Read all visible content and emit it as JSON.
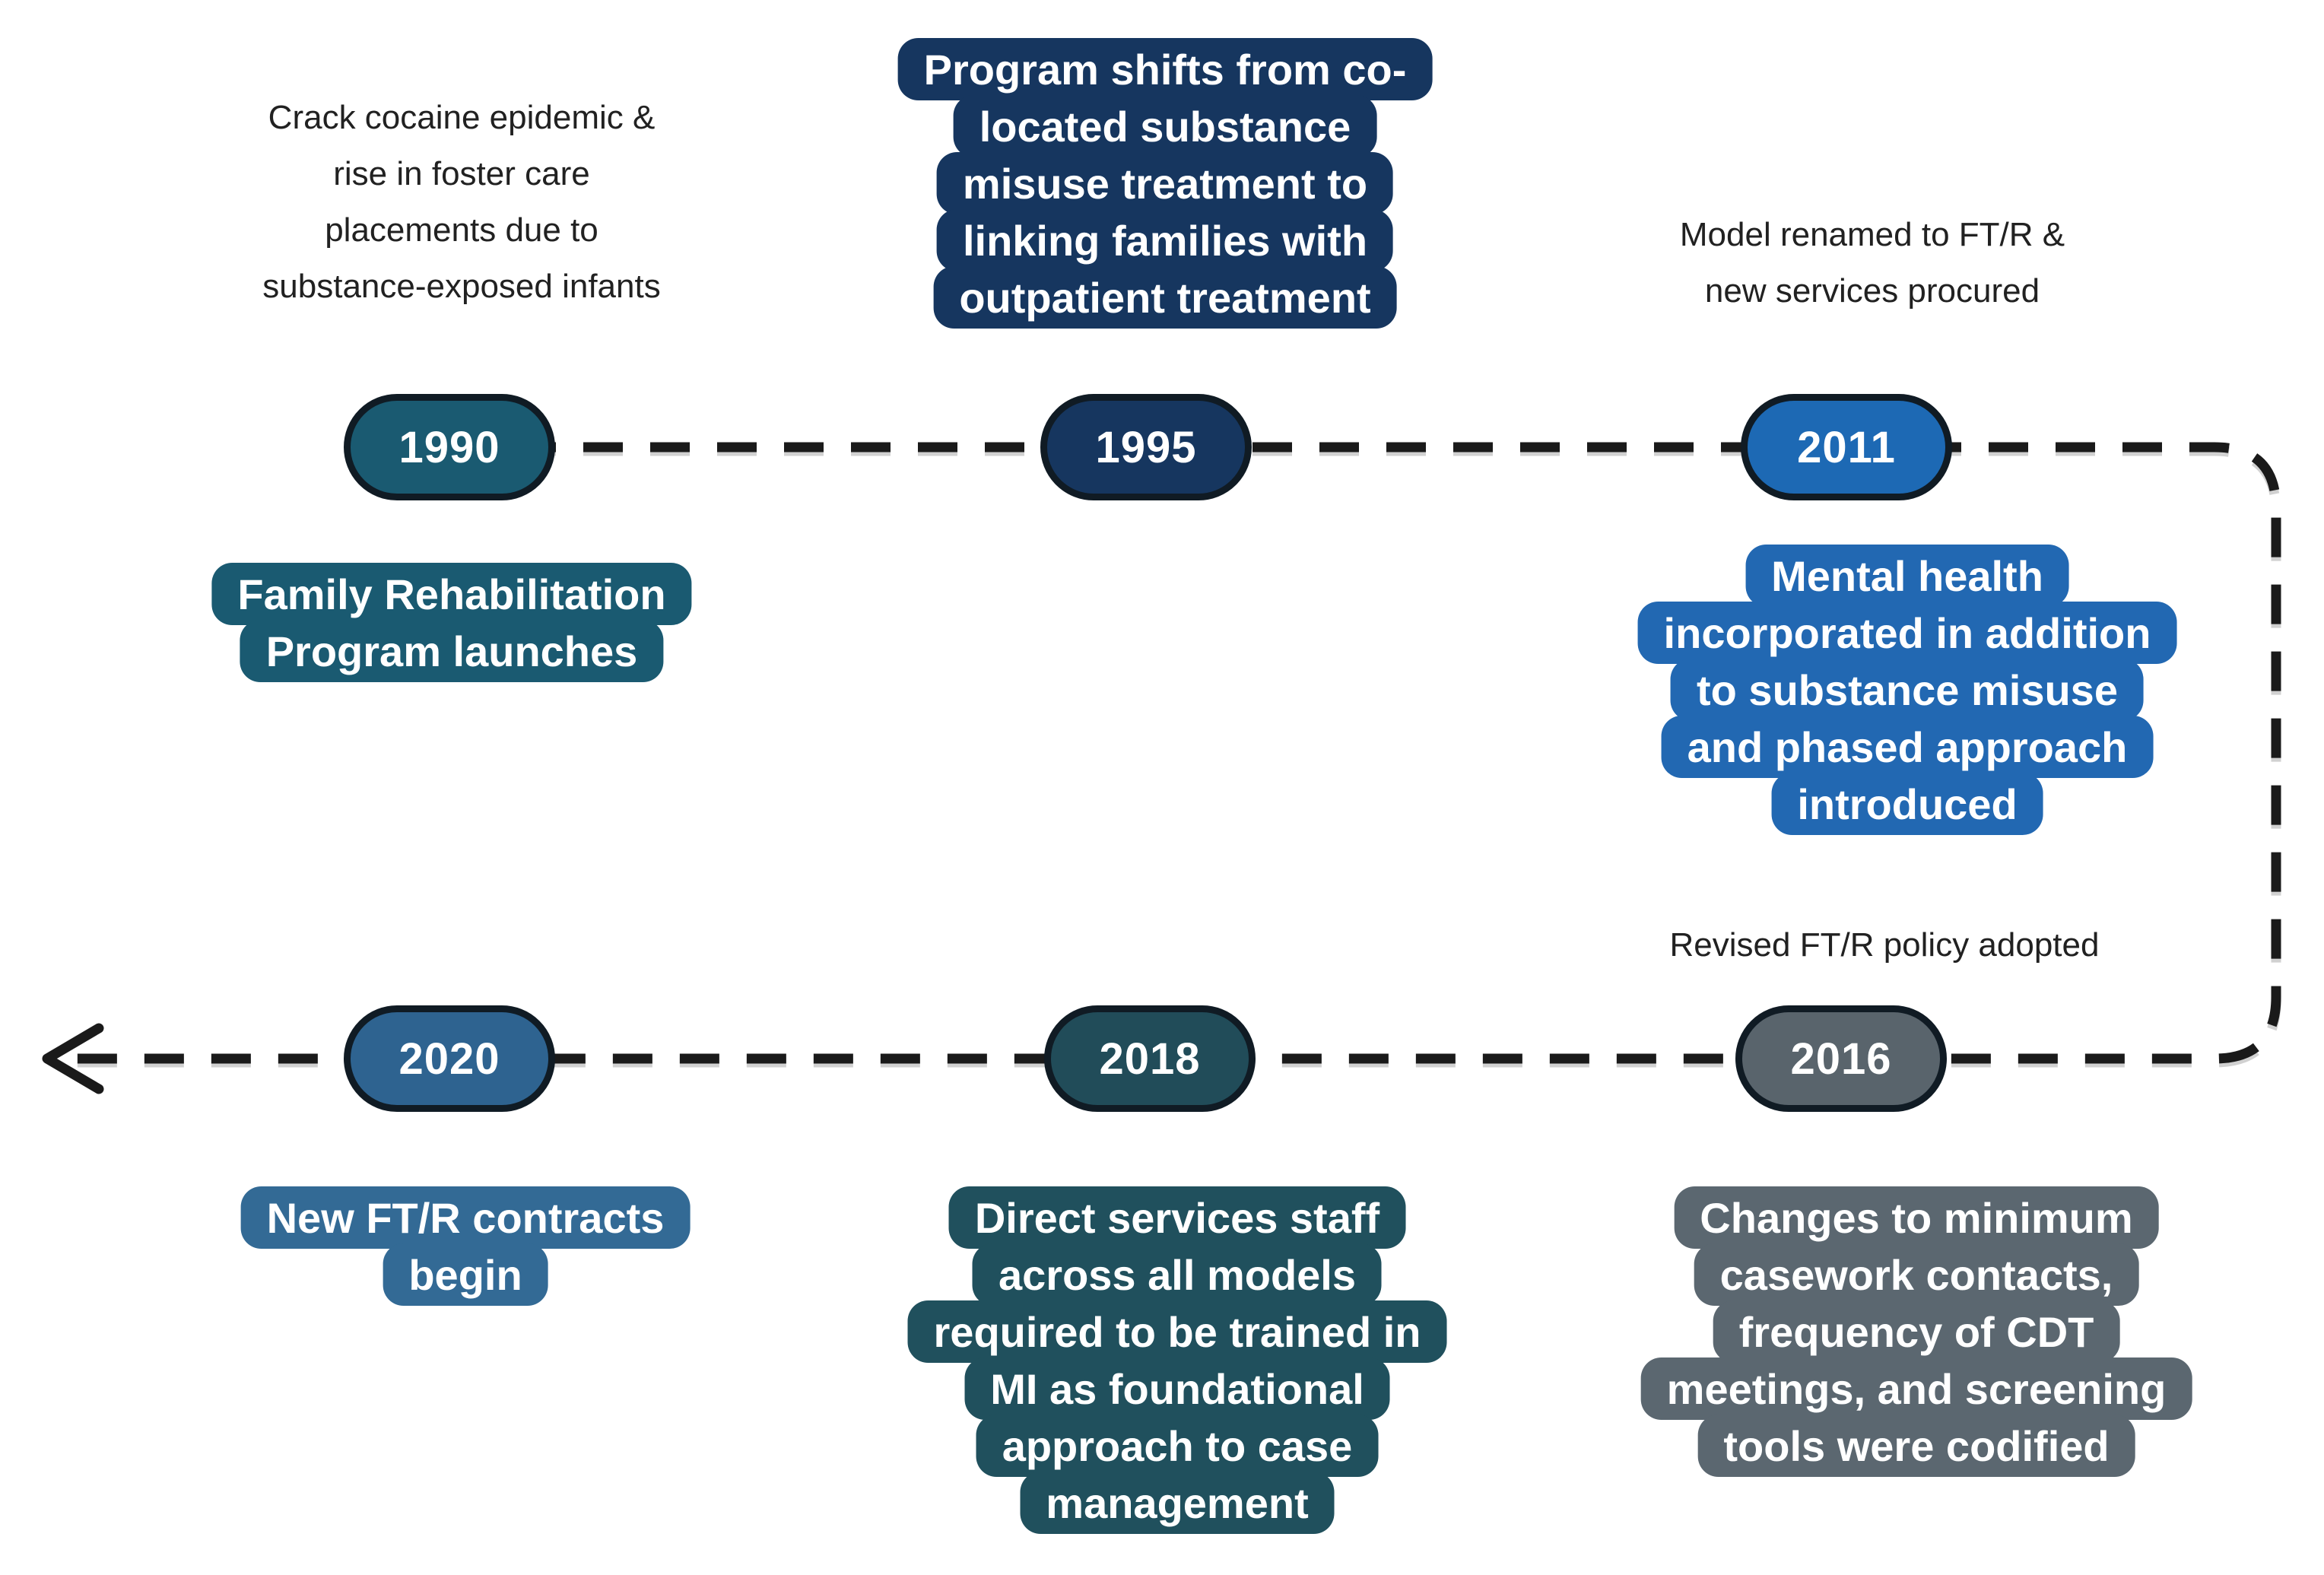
{
  "title": "FT/R program history timeline",
  "colors": {
    "line": "#1a1a1a",
    "pill_border": "#101b24",
    "note_text": "#212121",
    "box_text": "#ffffff",
    "teal": "#1a5a71",
    "navy": "#16365f",
    "blue": "#1d69b4",
    "blue_box": "#2268b2",
    "gray": "#59646c",
    "gray_box": "#5b6770",
    "dark_teal": "#214c59",
    "dark_teal_box": "#20505d",
    "steel_blue": "#2e6390",
    "steel_blue_box": "#336a95"
  },
  "events": [
    {
      "year": "1990",
      "pill_color": "#1a5a71",
      "box_color": "#1a5a71",
      "note": "Crack cocaine epidemic &\nrise in foster care\nplacements due to\nsubstance-exposed infants",
      "box_lines": [
        "Family Rehabilitation",
        "Program launches"
      ]
    },
    {
      "year": "1995",
      "pill_color": "#16365f",
      "box_color": "#16365f",
      "note": "",
      "box_lines": [
        "Program shifts from co-",
        "located substance",
        "misuse treatment to",
        "linking families with",
        "outpatient treatment"
      ]
    },
    {
      "year": "2011",
      "pill_color": "#1d69b4",
      "box_color": "#2268b2",
      "note": "Model renamed to FT/R &\nnew services procured",
      "box_lines": [
        "Mental health",
        "incorporated in addition",
        "to substance misuse",
        "and phased approach",
        "introduced"
      ]
    },
    {
      "year": "2016",
      "pill_color": "#59646c",
      "box_color": "#5b6770",
      "note": "Revised FT/R policy adopted",
      "box_lines": [
        "Changes to minimum",
        "casework contacts,",
        "frequency of CDT",
        "meetings, and screening",
        "tools were codified"
      ]
    },
    {
      "year": "2018",
      "pill_color": "#214c59",
      "box_color": "#20505d",
      "note": "",
      "box_lines": [
        "Direct services staff",
        "across all models",
        "required to be trained in",
        "MI as foundational",
        "approach to case",
        "management"
      ]
    },
    {
      "year": "2020",
      "pill_color": "#2e6390",
      "box_color": "#336a95",
      "note": "",
      "box_lines": [
        "New FT/R contracts",
        "begin"
      ]
    }
  ]
}
